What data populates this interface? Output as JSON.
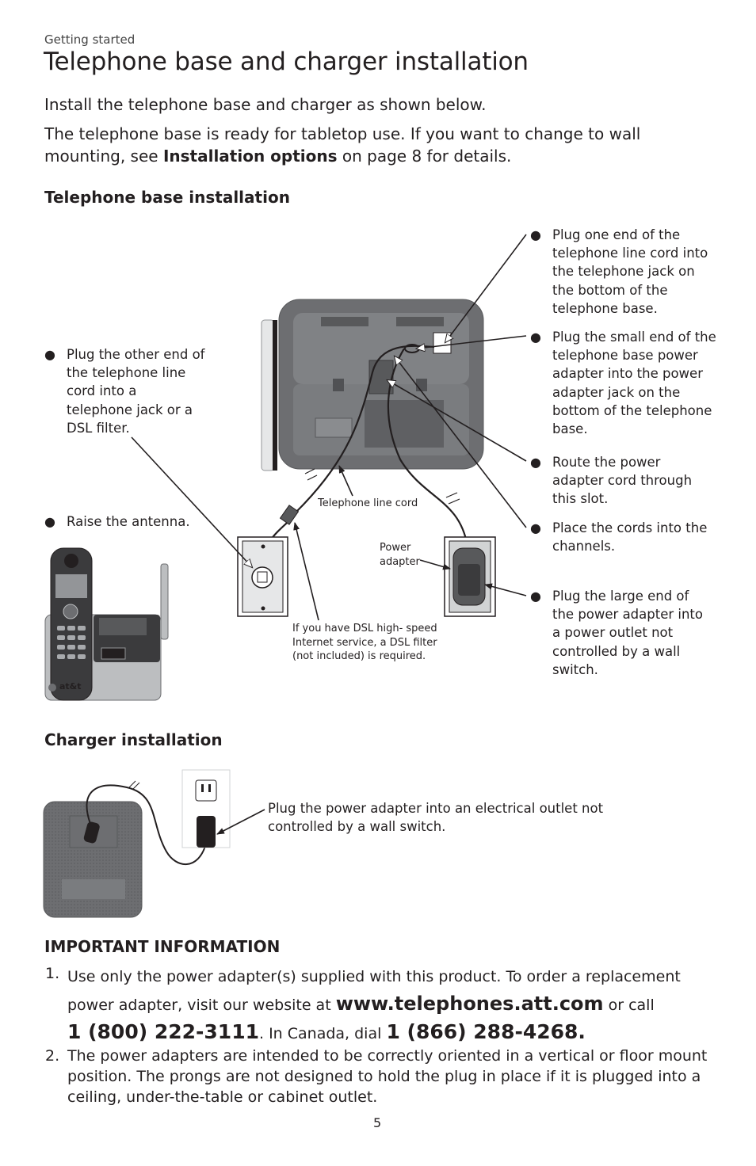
{
  "header": {
    "section": "Getting started",
    "title": "Telephone base and charger installation"
  },
  "intro": {
    "line1": "Install the telephone base and charger as shown below.",
    "line2_a": "The telephone base is ready for tabletop use. If you want to change to wall mounting, see ",
    "line2_bold": "Installation options",
    "line2_b": " on page 8 for details."
  },
  "base_install": {
    "heading": "Telephone base installation",
    "left_bullets": [
      "Plug the other end of the telephone line cord into a telephone jack or a DSL filter.",
      "Raise the antenna."
    ],
    "right_bullets": [
      "Plug one end of the telephone line cord into the telephone jack on the bottom of the telephone base.",
      "Plug the small end of the telephone base power adapter into the power adapter jack on the bottom of the telephone base.",
      "Route the power adapter cord through this slot.",
      "Place the cords into the channels.",
      "Plug the large end of the power adapter into a power outlet not controlled by a wall switch."
    ],
    "labels": {
      "line_cord": "Telephone line cord",
      "power_adapter": "Power adapter",
      "dsl_note": "If you have DSL high- speed Internet service, a DSL filter (not included) is required."
    },
    "phone_brand": "at&t"
  },
  "charger_install": {
    "heading": "Charger installation",
    "caption": "Plug the power adapter into an electrical outlet not controlled by a wall switch."
  },
  "important": {
    "heading": "IMPORTANT INFORMATION",
    "item1": {
      "num": "1.",
      "text_a": "Use only the power adapter(s) supplied with this product. To order a replacement power adapter, visit our website at ",
      "website": "www.telephones.att.com",
      "text_b": " or call ",
      "phone_us": "1 (800) 222-3111",
      "text_c": ". In Canada, dial ",
      "phone_ca": "1 (866) 288-4268",
      "text_d": "."
    },
    "item2": {
      "num": "2.",
      "text": "The power adapters are intended to be correctly oriented in a vertical or floor mount position. The prongs are not designed to hold the plug in place if it is plugged into a ceiling, under-the-table or cabinet outlet."
    }
  },
  "footer": {
    "page_number": "5"
  }
}
